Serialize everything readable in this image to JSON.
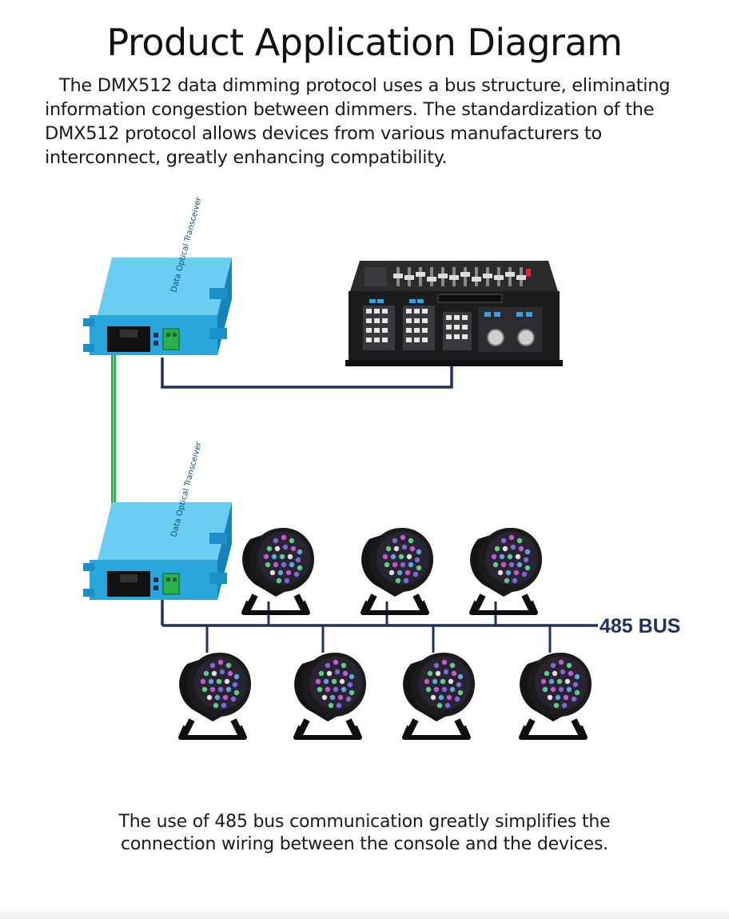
{
  "title": "Product Application Diagram",
  "intro": "The DMX512 data dimming protocol uses a bus structure, eliminating information congestion between dimmers. The standardization of the DMX512 protocol allows devices from various manufacturers to interconnect, greatly enhancing compatibility.",
  "bus_label": "485 BUS",
  "footer": {
    "line1": "The use of 485 bus communication greatly simplifies the",
    "line2": "connection wiring between the console and the devices."
  },
  "colors": {
    "converter_body": "#29a6dc",
    "fiber_cable": "#2eaa4a",
    "bus_line": "#1e3160",
    "console_body": "#1c1c1e",
    "terminal": "#2bb04a"
  },
  "icons": [
    "converter-box-icon",
    "dmx-console-icon",
    "par-light-icon"
  ]
}
